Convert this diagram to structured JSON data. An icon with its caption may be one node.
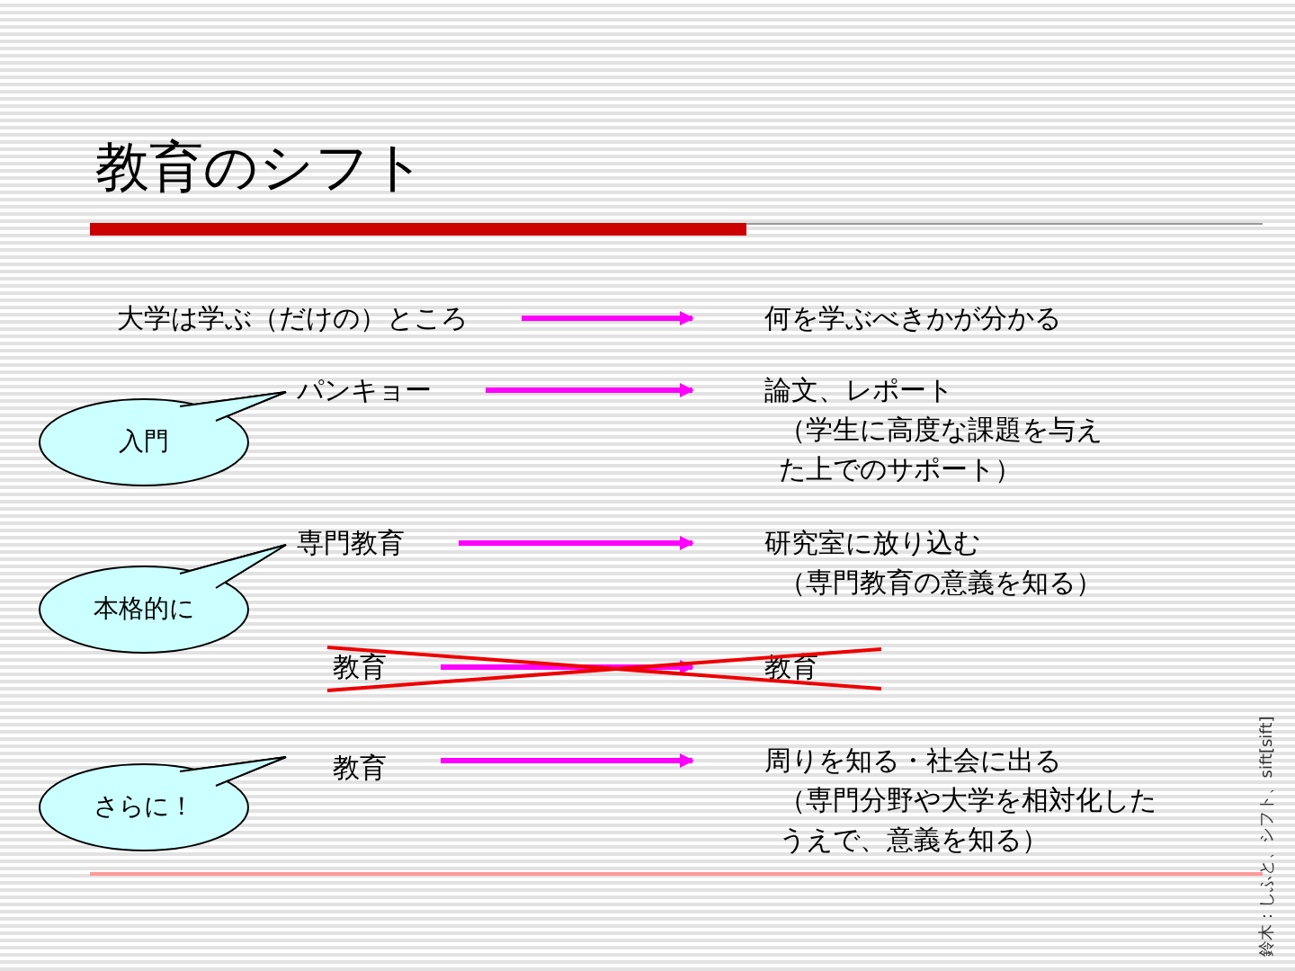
{
  "diagram": {
    "title": "教育のシフト",
    "nodes": [
      {
        "text": [
          "大学は学ぶ（だけの）ところ"
        ]
      },
      {
        "text": [
          "何を学ぶべきかが分かる"
        ]
      },
      {
        "text": [
          "パンキョー"
        ]
      },
      {
        "text": [
          "論文、レポート",
          "（学生に高度な課題を与えた上でのサポート）"
        ]
      },
      {
        "text": [
          "入門"
        ]
      },
      {
        "text": [
          "専門教育"
        ]
      },
      {
        "text": [
          "研究室に放り込む",
          "（専門教育の意義を知る）"
        ]
      },
      {
        "text": [
          "本格的に"
        ]
      },
      {
        "text": [
          "教育"
        ]
      },
      {
        "text": [
          "教育"
        ]
      },
      {
        "text": [
          "教育"
        ]
      },
      {
        "text": [
          "周りを知る・社会に出る",
          "（専門分野や大学を相対化したうえで、意義を知る）"
        ]
      },
      {
        "text": [
          "さらに！"
        ]
      }
    ],
    "edges": [
      {
        "from": 0,
        "to": 1,
        "arrow": "to"
      },
      {
        "from": 2,
        "to": 3,
        "arrow": "to"
      },
      {
        "from": 5,
        "to": 6,
        "arrow": "to"
      },
      {
        "from": 8,
        "to": 9,
        "arrow": "to"
      },
      {
        "from": 10,
        "to": 11,
        "arrow": "to"
      }
    ],
    "labels": [
      "鈴木：しふと、シフト、sift[sift]"
    ]
  }
}
